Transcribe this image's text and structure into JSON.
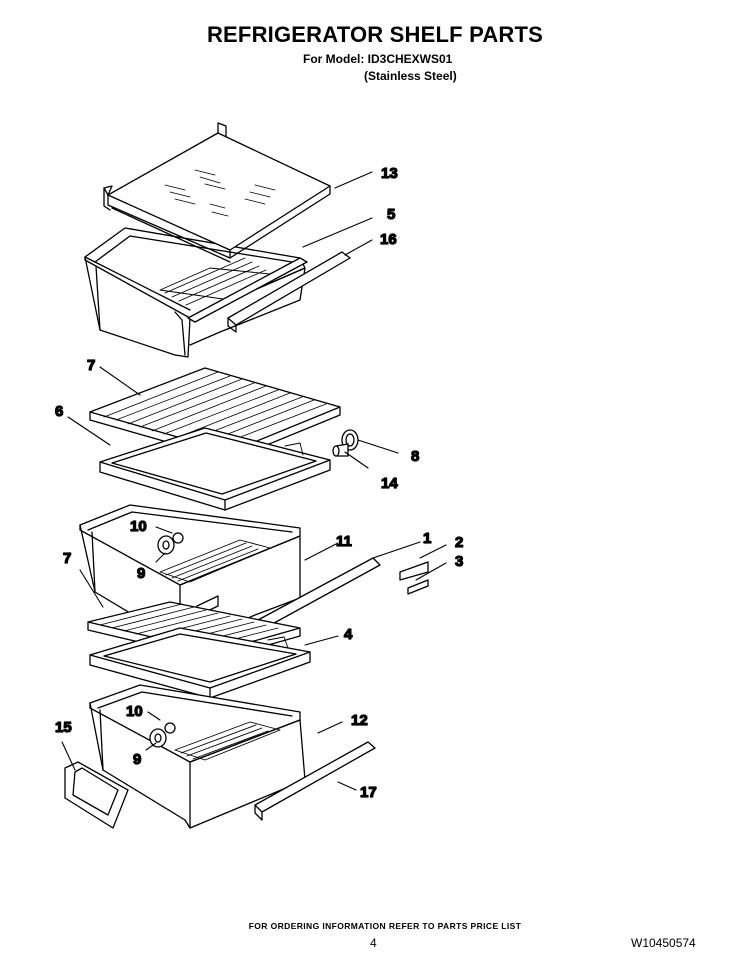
{
  "header": {
    "title": "REFRIGERATOR SHELF PARTS",
    "model_line": "For Model: ID3CHEXWS01",
    "variant_line": "(Stainless Steel)"
  },
  "callouts": {
    "c13": "13",
    "c5": "5",
    "c16": "16",
    "c7a": "7",
    "c6": "6",
    "c8": "8",
    "c14": "14",
    "c10a": "10",
    "c9a": "9",
    "c11": "11",
    "c1": "1",
    "c2": "2",
    "c3": "3",
    "c7b": "7",
    "c4": "4",
    "c15": "15",
    "c10b": "10",
    "c9b": "9",
    "c12": "12",
    "c17": "17"
  },
  "footer": {
    "ordering_note": "FOR ORDERING INFORMATION REFER TO PARTS PRICE LIST",
    "page_number": "4",
    "doc_number": "W10450574"
  }
}
